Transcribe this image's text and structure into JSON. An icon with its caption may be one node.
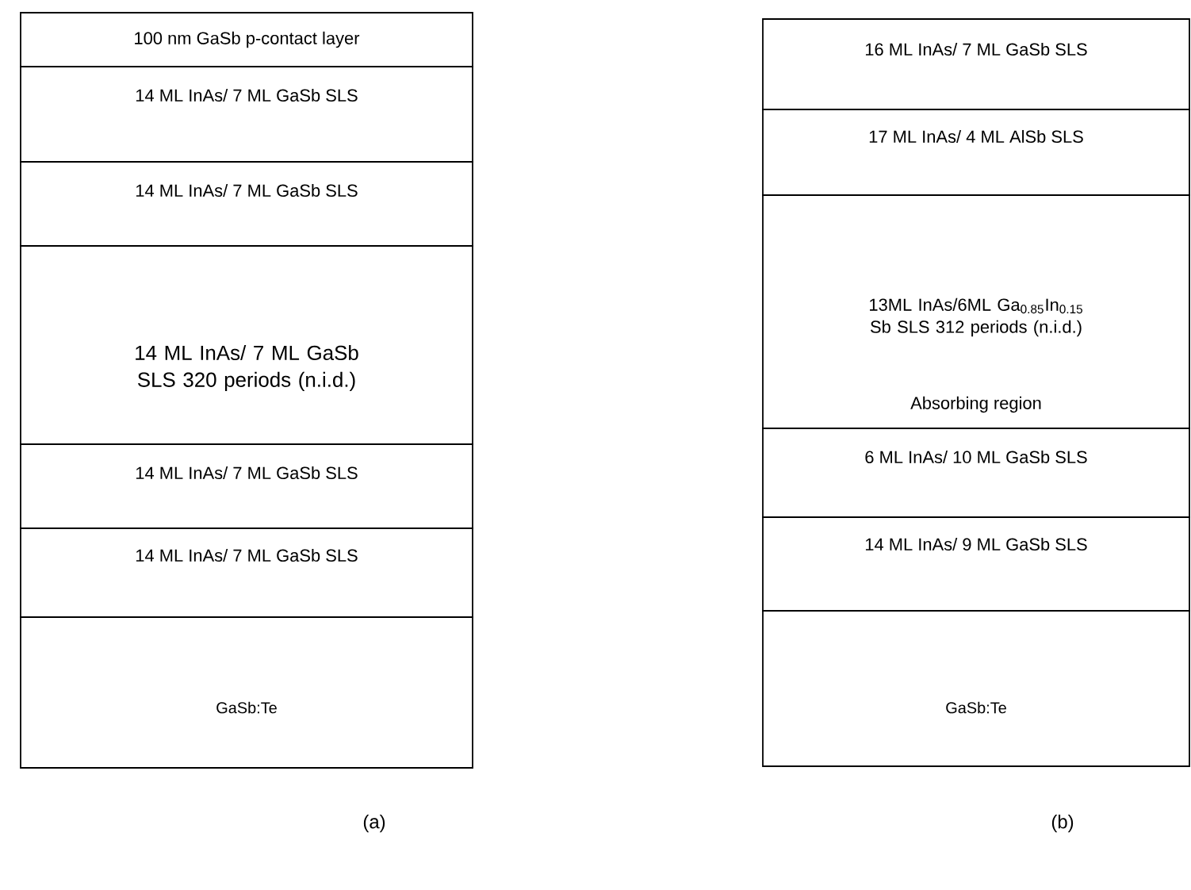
{
  "diagram": {
    "nodes": [
      {
        "text": [
          "100 nm GaSb p-contact layer"
        ]
      },
      {
        "text": [
          "14 ML InAs/ 7 ML GaSb SLS"
        ]
      },
      {
        "text": [
          "14 ML InAs/ 7 ML GaSb SLS"
        ]
      },
      {
        "text": [
          "14 ML InAs/ 7 ML GaSb SLS 320 periods (n.i.d.)"
        ]
      },
      {
        "text": [
          "14 ML InAs/ 7 ML GaSb SLS"
        ]
      },
      {
        "text": [
          "14 ML InAs/ 7 ML GaSb SLS"
        ]
      },
      {
        "text": [
          "GaSb:Te"
        ]
      },
      {
        "text": [
          "16 ML InAs/ 7 ML GaSb SLS"
        ]
      },
      {
        "text": [
          "17 ML InAs/ 4 ML AlSb SLS"
        ]
      },
      {
        "text": [
          "13ML InAs/6ML Ga$_{0.85}$In$_{0.15}$ Sb SLS 312 periods (n.i.d.)",
          "Absorbing region"
        ]
      },
      {
        "text": [
          "6 ML InAs/ 10 ML GaSb SLS"
        ]
      },
      {
        "text": [
          "14 ML InAs/ 9 ML GaSb SLS"
        ]
      },
      {
        "text": [
          "GaSb:Te"
        ]
      }
    ],
    "labels": [
      "(a)",
      "(b)"
    ]
  }
}
